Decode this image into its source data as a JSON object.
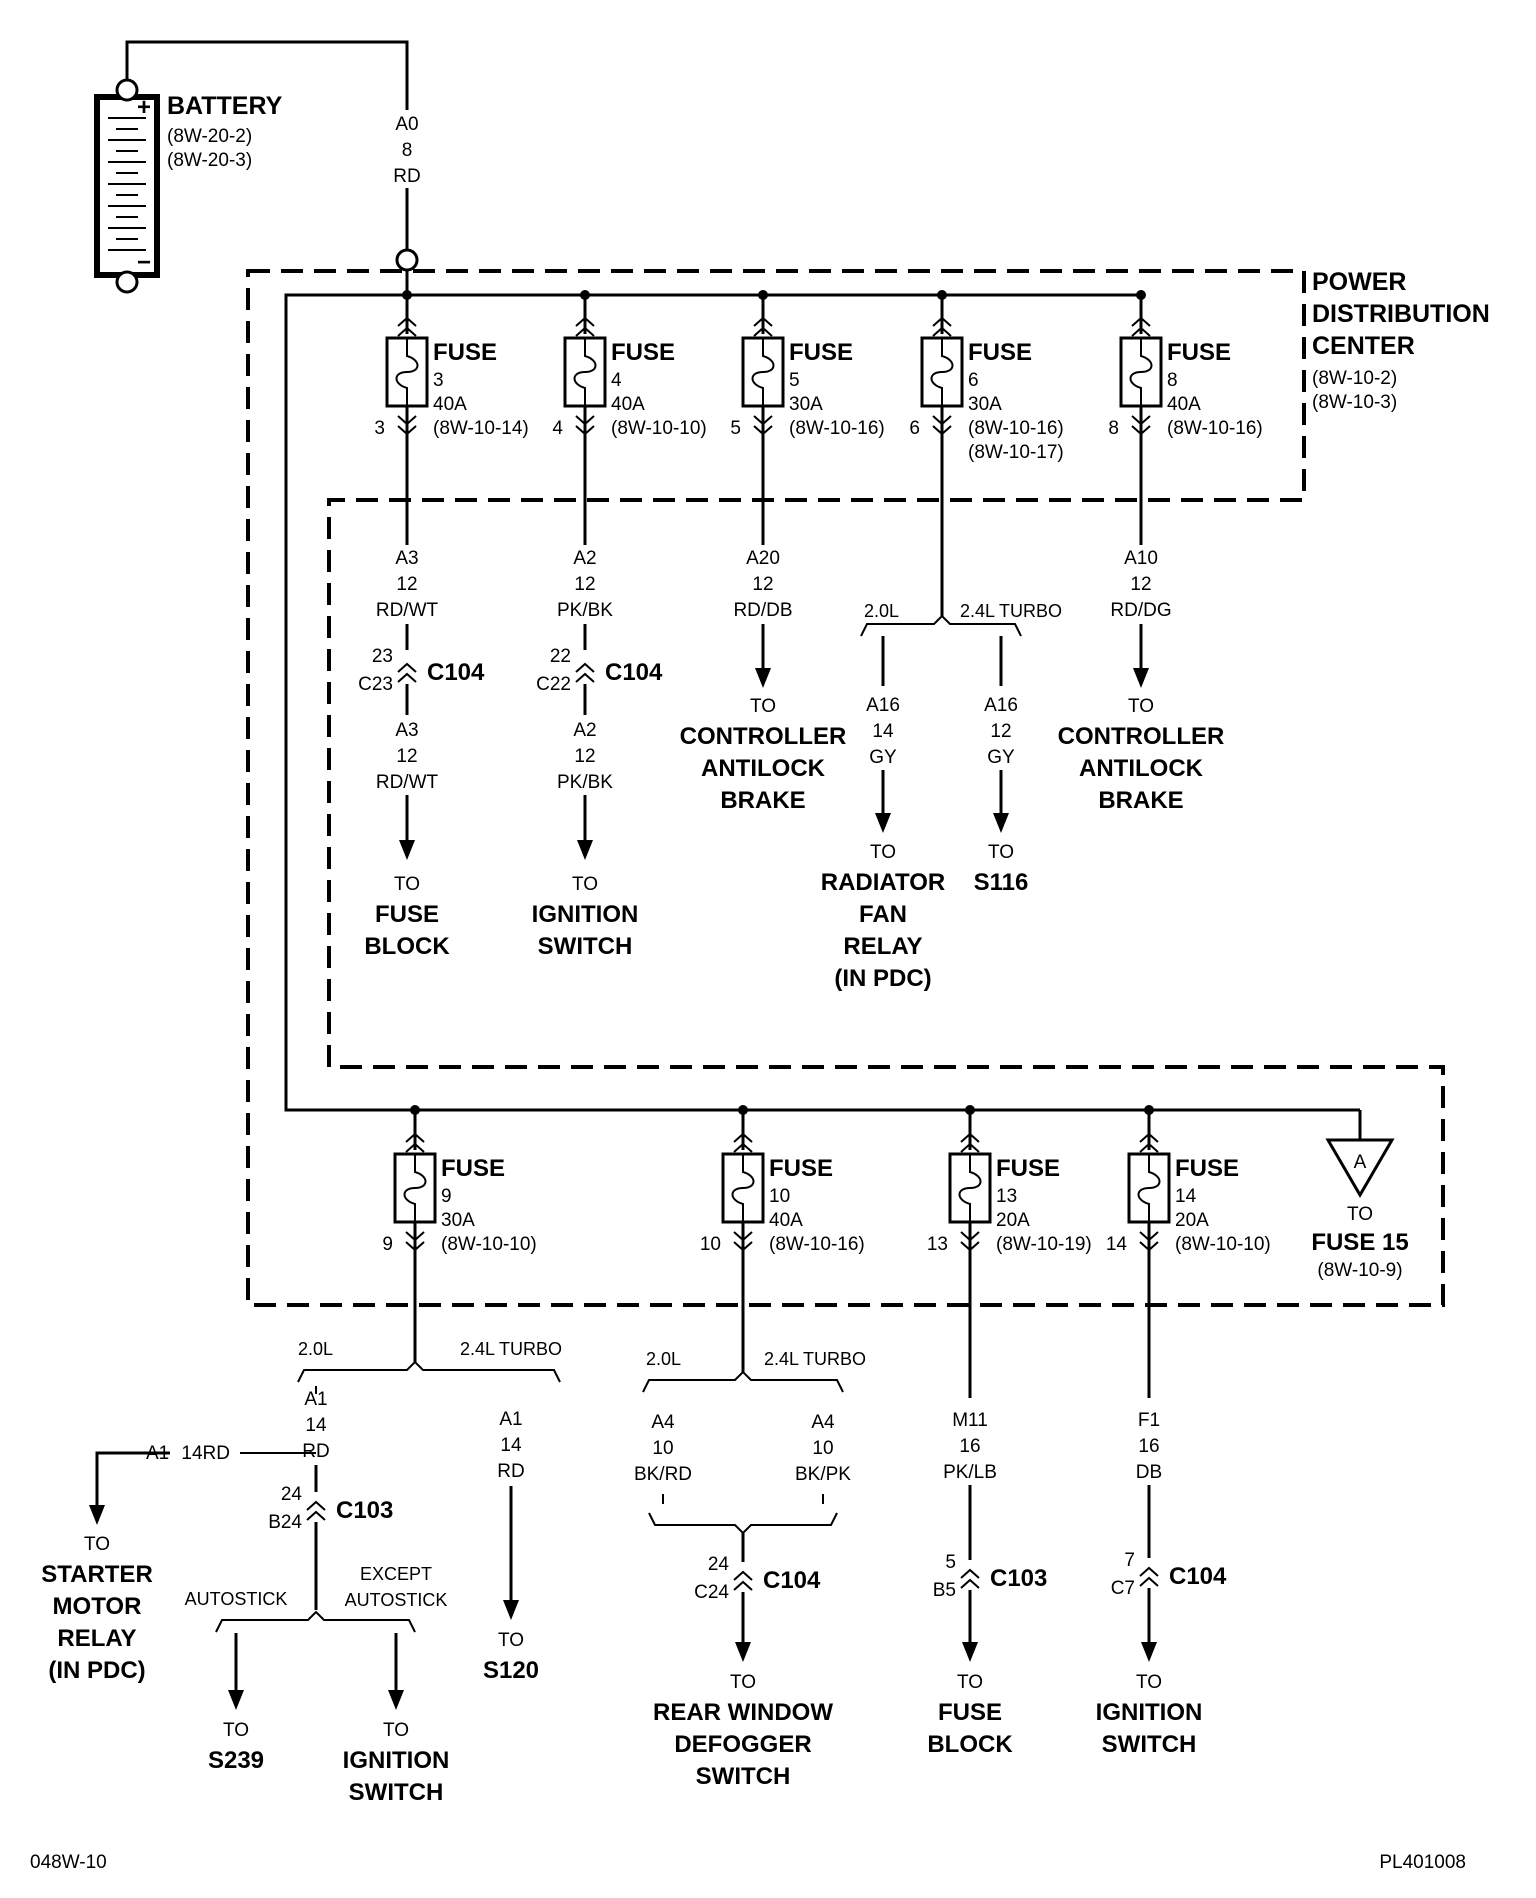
{
  "battery": {
    "label": "BATTERY",
    "refs": [
      "(8W-20-2)",
      "(8W-20-3)"
    ],
    "plus": "+",
    "minus": "−"
  },
  "main_wire": {
    "circuit": "A0",
    "gauge": "8",
    "color": "RD"
  },
  "pdc": {
    "label": [
      "POWER",
      "DISTRIBUTION",
      "CENTER"
    ],
    "refs": [
      "(8W-10-2)",
      "(8W-10-3)"
    ]
  },
  "fuses_top": [
    {
      "label": "FUSE",
      "num": "3",
      "amp": "40A",
      "refs": [
        "(8W-10-14)"
      ],
      "pin": "3"
    },
    {
      "label": "FUSE",
      "num": "4",
      "amp": "40A",
      "refs": [
        "(8W-10-10)"
      ],
      "pin": "4"
    },
    {
      "label": "FUSE",
      "num": "5",
      "amp": "30A",
      "refs": [
        "(8W-10-16)"
      ],
      "pin": "5"
    },
    {
      "label": "FUSE",
      "num": "6",
      "amp": "30A",
      "refs": [
        "(8W-10-16)",
        "(8W-10-17)"
      ],
      "pin": "6"
    },
    {
      "label": "FUSE",
      "num": "8",
      "amp": "40A",
      "refs": [
        "(8W-10-16)"
      ],
      "pin": "8"
    }
  ],
  "fuses_bottom": [
    {
      "label": "FUSE",
      "num": "9",
      "amp": "30A",
      "refs": [
        "(8W-10-10)"
      ],
      "pin": "9"
    },
    {
      "label": "FUSE",
      "num": "10",
      "amp": "40A",
      "refs": [
        "(8W-10-16)"
      ],
      "pin": "10"
    },
    {
      "label": "FUSE",
      "num": "13",
      "amp": "20A",
      "refs": [
        "(8W-10-19)"
      ],
      "pin": "13"
    },
    {
      "label": "FUSE",
      "num": "14",
      "amp": "20A",
      "refs": [
        "(8W-10-10)"
      ],
      "pin": "14"
    }
  ],
  "wires": {
    "a3_upper": [
      "A3",
      "12",
      "RD/WT"
    ],
    "a3_lower": [
      "A3",
      "12",
      "RD/WT"
    ],
    "a2_upper": [
      "A2",
      "12",
      "PK/BK"
    ],
    "a2_lower": [
      "A2",
      "12",
      "PK/BK"
    ],
    "a20": [
      "A20",
      "12",
      "RD/DB"
    ],
    "a16_20": [
      "A16",
      "14",
      "GY"
    ],
    "a16_24": [
      "A16",
      "12",
      "GY"
    ],
    "a10": [
      "A10",
      "12",
      "RD/DG"
    ],
    "a1_20": [
      "A1",
      "14",
      "RD"
    ],
    "a1_24": [
      "A1",
      "14",
      "RD"
    ],
    "a4_20": [
      "A4",
      "10",
      "BK/RD"
    ],
    "a4_24": [
      "A4",
      "10",
      "BK/PK"
    ],
    "m11": [
      "M11",
      "16",
      "PK/LB"
    ],
    "f1": [
      "F1",
      "16",
      "DB"
    ]
  },
  "connectors": {
    "c104_a3": {
      "pins": [
        "23",
        "C23"
      ],
      "name": "C104"
    },
    "c104_a2": {
      "pins": [
        "22",
        "C22"
      ],
      "name": "C104"
    },
    "c103_a1": {
      "pins": [
        "24",
        "B24"
      ],
      "name": "C103"
    },
    "c104_a4": {
      "pins": [
        "24",
        "C24"
      ],
      "name": "C104"
    },
    "c103_m11": {
      "pins": [
        "5",
        "B5"
      ],
      "name": "C103"
    },
    "c104_f1": {
      "pins": [
        "7",
        "C7"
      ],
      "name": "C104"
    }
  },
  "options": {
    "l20": "2.0L",
    "l24": "2.4L TURBO",
    "autostick": "AUTOSTICK",
    "except_autostick": [
      "EXCEPT",
      "AUTOSTICK"
    ]
  },
  "starter_wire": {
    "circuit": "A1",
    "spec": "14RD"
  },
  "destinations": {
    "to": "TO",
    "fuse_block_1": [
      "FUSE",
      "BLOCK"
    ],
    "ign_switch_1": [
      "IGNITION",
      "SWITCH"
    ],
    "cab_1": [
      "CONTROLLER",
      "ANTILOCK",
      "BRAKE"
    ],
    "rad_fan": [
      "RADIATOR",
      "FAN",
      "RELAY",
      "(IN PDC)"
    ],
    "s116": [
      "S116"
    ],
    "cab_2": [
      "CONTROLLER",
      "ANTILOCK",
      "BRAKE"
    ],
    "starter": [
      "STARTER",
      "MOTOR",
      "RELAY",
      "(IN PDC)"
    ],
    "s239": [
      "S239"
    ],
    "ign_switch_2": [
      "IGNITION",
      "SWITCH"
    ],
    "s120": [
      "S120"
    ],
    "rear_defog": [
      "REAR WINDOW",
      "DEFOGGER",
      "SWITCH"
    ],
    "fuse_block_2": [
      "FUSE",
      "BLOCK"
    ],
    "ign_switch_3": [
      "IGNITION",
      "SWITCH"
    ],
    "fuse15": {
      "marker": "A",
      "to": "TO",
      "name": "FUSE 15",
      "ref": "(8W-10-9)"
    }
  },
  "footer": {
    "left": "048W-10",
    "right": "PL401008"
  }
}
